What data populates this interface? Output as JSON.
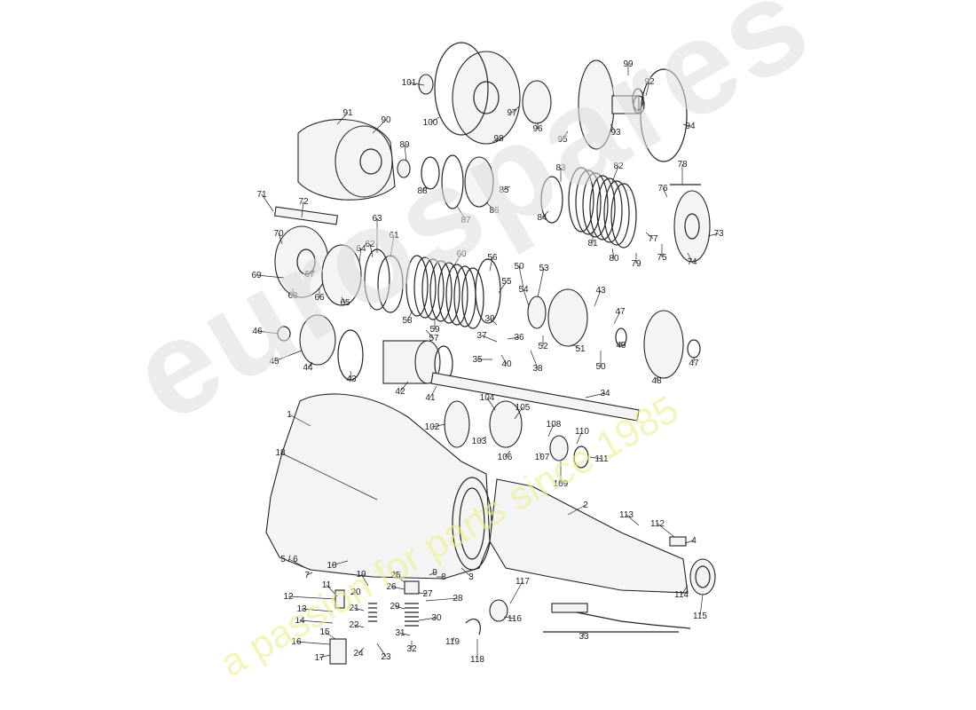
{
  "watermark": {
    "brand": "eurospares",
    "tagline": "a passion for parts since 1985",
    "brand_color": "#e6e6e6",
    "tagline_color": "#f0f2a0"
  },
  "diagram": {
    "callouts": [
      "1",
      "2",
      "3",
      "4",
      "5 / 6",
      "7",
      "8",
      "9",
      "10",
      "11",
      "12",
      "13",
      "14",
      "15",
      "16",
      "17",
      "18",
      "19",
      "20",
      "21",
      "22",
      "23",
      "24",
      "25",
      "26",
      "27",
      "28",
      "29",
      "30",
      "31",
      "32",
      "33",
      "34",
      "35",
      "36",
      "37",
      "38",
      "39",
      "40",
      "41",
      "42",
      "43",
      "43",
      "44",
      "45",
      "46",
      "47",
      "47",
      "48",
      "49",
      "50",
      "50",
      "51",
      "52",
      "53",
      "54",
      "55",
      "56",
      "57",
      "58",
      "59",
      "60",
      "61",
      "62",
      "63",
      "64",
      "65",
      "66",
      "67",
      "68",
      "69",
      "70",
      "71",
      "72",
      "73",
      "74",
      "75",
      "76",
      "77",
      "78",
      "79",
      "80",
      "81",
      "82",
      "83",
      "84",
      "85",
      "86",
      "87",
      "88",
      "89",
      "90",
      "91",
      "92",
      "93",
      "94",
      "95",
      "96",
      "97",
      "98",
      "99",
      "100",
      "101",
      "102",
      "103",
      "104",
      "105",
      "106",
      "107",
      "108",
      "109",
      "110",
      "111",
      "112",
      "113",
      "114",
      "115",
      "116",
      "117",
      "118",
      "119"
    ]
  }
}
